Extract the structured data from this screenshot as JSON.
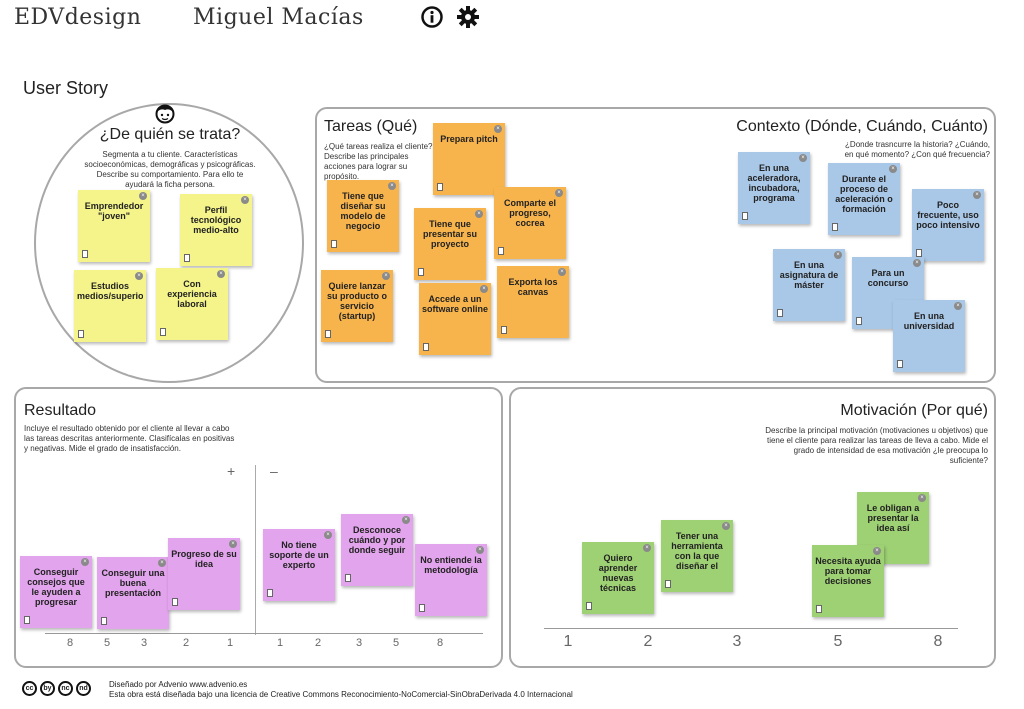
{
  "header": {
    "brand": "EDVdesign",
    "user": "Miguel Macías"
  },
  "page_title": "User Story",
  "who": {
    "title": "¿De quién se trata?",
    "description": "Segmenta a tu cliente. Características socioeconómicas, demográficas y psicográficas. Describe su comportamiento. Para ello te ayudará la ficha persona.",
    "notes": [
      "Emprendedor \"joven\"",
      "Perfil tecnológico medio-alto",
      "Estudios medios/superiores",
      "Con experiencia laboral"
    ]
  },
  "tasks": {
    "title": "Tareas (Qué)",
    "description": "¿Qué tareas realiza el cliente? Describe las principales acciones para lograr su propósito.",
    "notes": [
      "Prepara pitch",
      "Tiene que diseñar su modelo de negocio",
      "Comparte el progreso, cocrea",
      "Tiene que presentar su proyecto",
      "Quiere lanzar su producto o servicio (startup)",
      "Exporta los canvas",
      "Accede a un software online"
    ]
  },
  "context": {
    "title": "Contexto (Dónde, Cuándo, Cuánto)",
    "description": "¿Donde trasncurre la historia? ¿Cuándo, en qué momento? ¿Con qué frecuencia?",
    "notes": [
      "En una aceleradora, incubadora, programa formativo",
      "Durante el proceso de aceleración o formación",
      "Poco frecuente, uso poco intensivo",
      "En una asignatura de máster",
      "Para un concurso",
      "En una universidad"
    ]
  },
  "result": {
    "title": "Resultado",
    "description": "Incluye el resultado obtenido por el cliente al llevar a cabo las tareas descritas anteriormente. Clasifícalas en positivas y negativas. Mide el grado de insatisfacción.",
    "plus": "+",
    "minus": "–",
    "notes": [
      "Conseguir consejos que le ayuden a progresar",
      "Conseguir una buena presentación",
      "Progreso de su idea",
      "No tiene soporte de un experto",
      "Desconoce cuándo y por donde seguir",
      "No entiende la metodología"
    ],
    "ticks": [
      "8",
      "5",
      "3",
      "2",
      "1",
      "1",
      "2",
      "3",
      "5",
      "8"
    ]
  },
  "motivation": {
    "title": "Motivación (Por qué)",
    "description": "Describe la principal motivación (motivaciones u objetivos) que tiene el cliente para realizar las tareas de lleva a cabo. Mide el grado de intensidad de esa motivación ¿le preocupa lo suficiente?",
    "notes": [
      "Quiero aprender nuevas técnicas",
      "Tener una herramienta con la que diseñar el modelo",
      "Le obligan a presentar la idea así",
      "Necesita ayuda para tomar decisiones"
    ],
    "ticks": [
      "1",
      "2",
      "3",
      "5",
      "8"
    ]
  },
  "footer": {
    "designed_by": "Diseñado por Advenio www.advenio.es",
    "license": "Esta obra está diseñada bajo una licencia de Creative Commons Reconocimiento-NoComercial-SinObraDerivada 4.0 Internacional",
    "cc_icons": [
      "cc",
      "by",
      "nc",
      "nd"
    ]
  },
  "colors": {
    "yellow": "#f4f48a",
    "orange": "#f8b44c",
    "blue": "#a9c7e6",
    "pink": "#e2a4ec",
    "green": "#9ed074",
    "panel_border": "#a8a8a8"
  }
}
